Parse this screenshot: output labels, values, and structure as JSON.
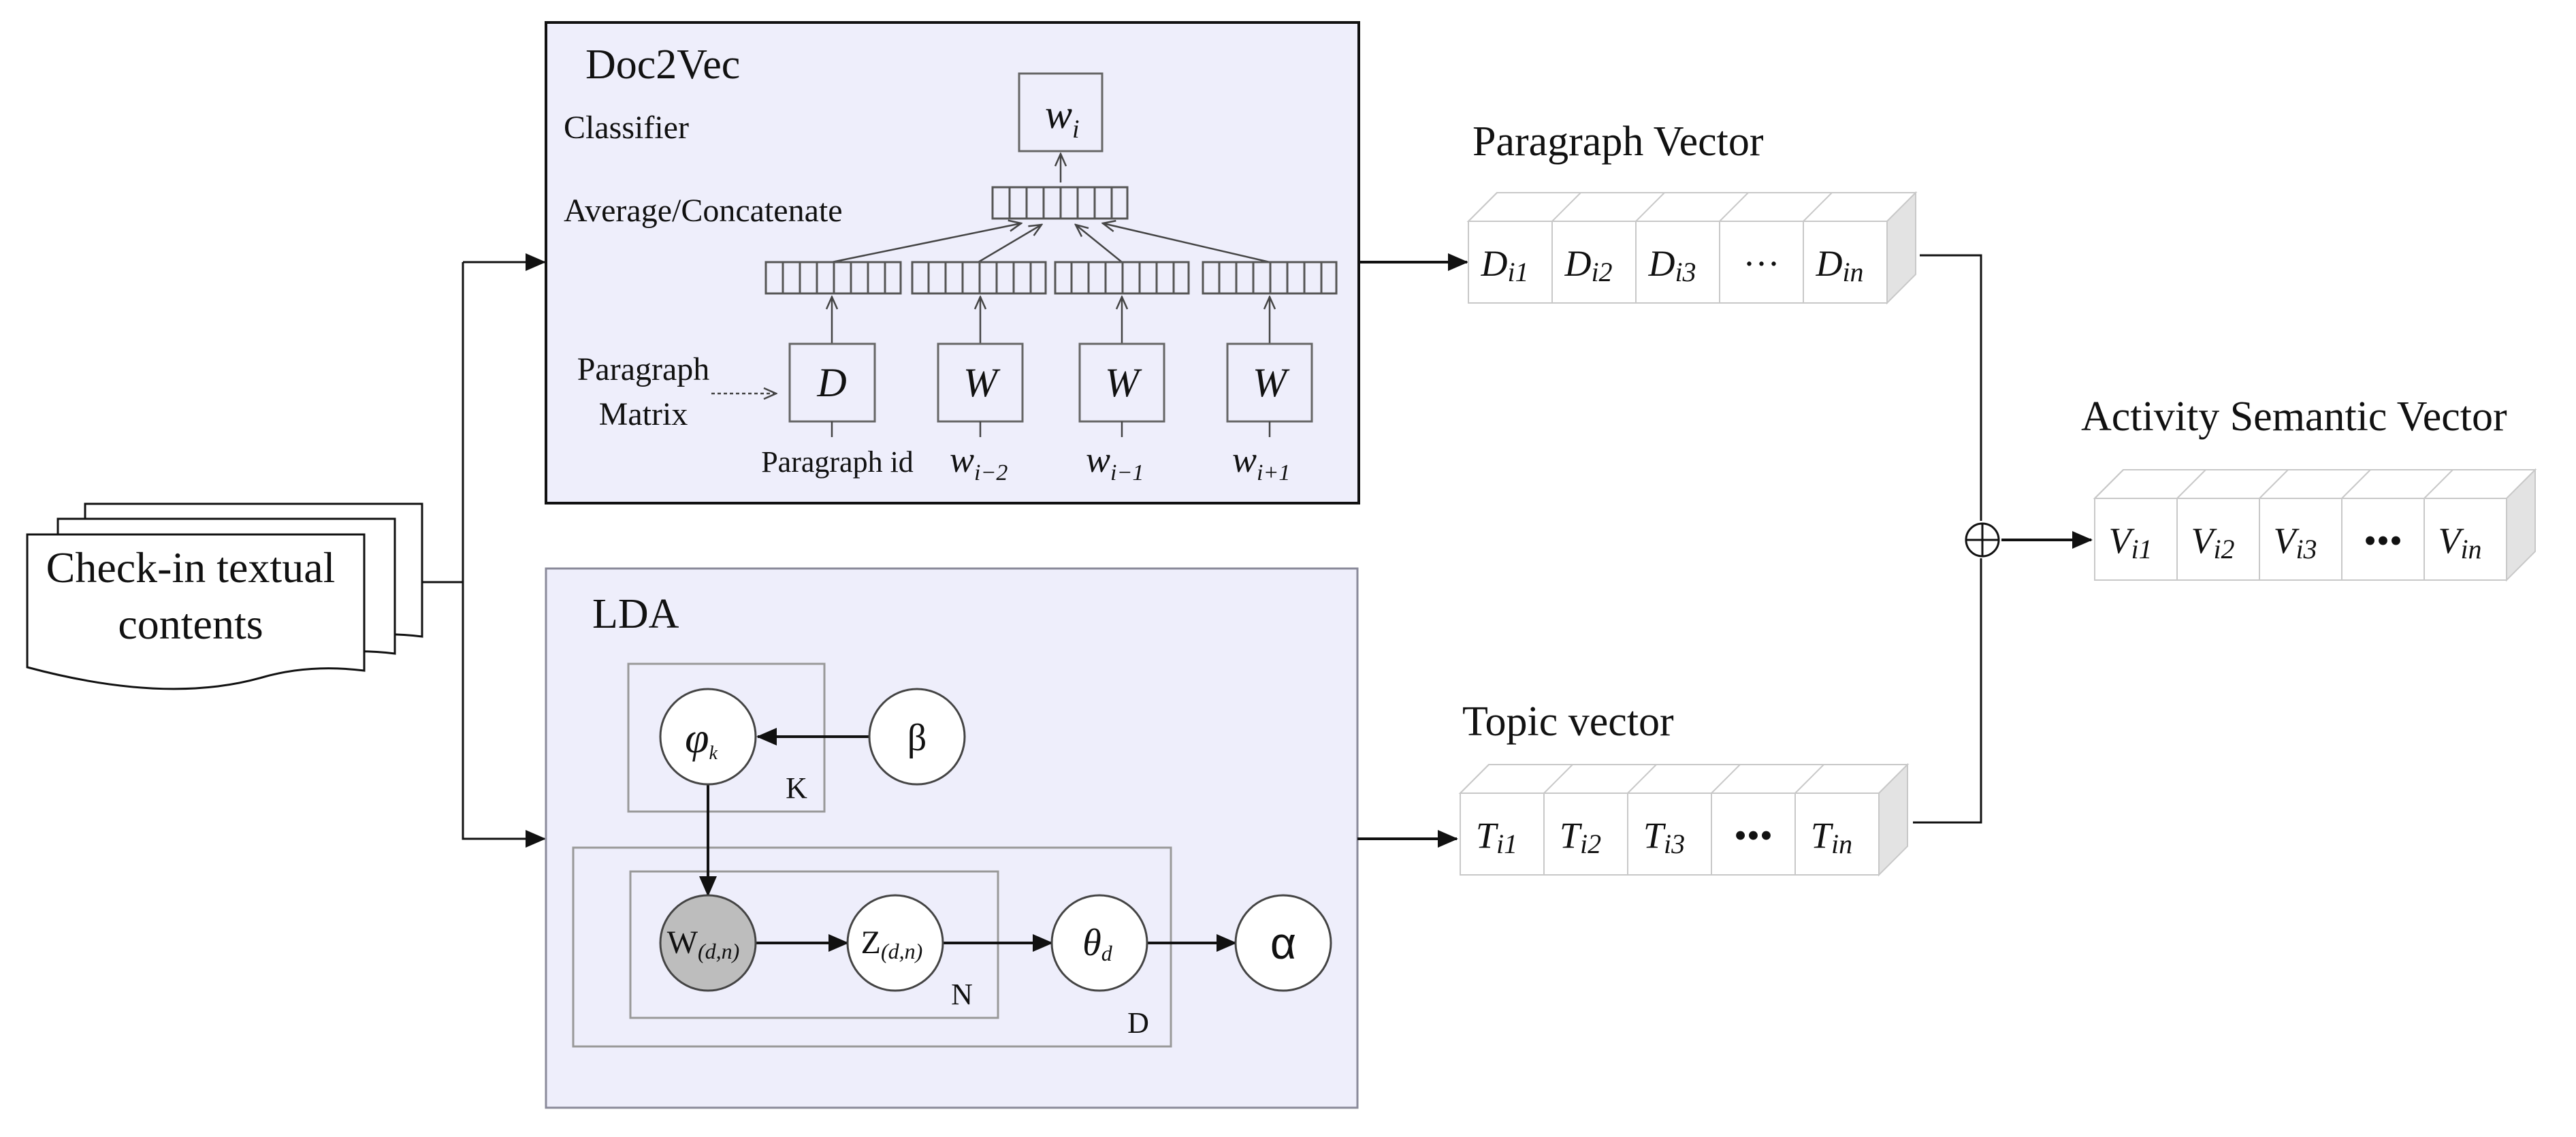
{
  "source": {
    "label_line1": "Check-in textual",
    "label_line2": "contents"
  },
  "doc2vec": {
    "title": "Doc2Vec",
    "classifier_label": "Classifier",
    "average_label": "Average/Concatenate",
    "paragraph_matrix_line1": "Paragraph",
    "paragraph_matrix_line2": "Matrix",
    "paragraph_id_label": "Paragraph id",
    "output_node": "w",
    "output_subscript": "i",
    "input_nodes": [
      "D",
      "W",
      "W",
      "W"
    ],
    "word_inputs": [
      {
        "base": "w",
        "sub": "i−2"
      },
      {
        "base": "w",
        "sub": "i−1"
      },
      {
        "base": "w",
        "sub": "i+1"
      }
    ]
  },
  "lda": {
    "title": "LDA",
    "phi": "φ",
    "phi_sub": "k",
    "beta": "β",
    "plate_k": "K",
    "plate_n": "N",
    "plate_d": "D",
    "w_node": "W",
    "w_sub": "(d,n)",
    "z_node": "Z",
    "z_sub": "(d,n)",
    "theta": "θ",
    "theta_sub": "d",
    "alpha": "α"
  },
  "paragraph_vector": {
    "title": "Paragraph Vector",
    "cells": [
      {
        "base": "D",
        "sub": "i1"
      },
      {
        "base": "D",
        "sub": "i2"
      },
      {
        "base": "D",
        "sub": "i3"
      },
      {
        "base": "···",
        "sub": ""
      },
      {
        "base": "D",
        "sub": "in"
      }
    ]
  },
  "topic_vector": {
    "title": "Topic vector",
    "cells": [
      {
        "base": "T",
        "sub": "i1"
      },
      {
        "base": "T",
        "sub": "i2"
      },
      {
        "base": "T",
        "sub": "i3"
      },
      {
        "base": "•••",
        "sub": ""
      },
      {
        "base": "T",
        "sub": "in"
      }
    ]
  },
  "combine_symbol": "⊕",
  "activity_vector": {
    "title": "Activity Semantic Vector",
    "cells": [
      {
        "base": "V",
        "sub": "i1"
      },
      {
        "base": "V",
        "sub": "i2"
      },
      {
        "base": "V",
        "sub": "i3"
      },
      {
        "base": "•••",
        "sub": ""
      },
      {
        "base": "V",
        "sub": "in"
      }
    ]
  },
  "colors": {
    "panel_fill": "#eeeefb",
    "panel_stroke_doc2vec": "#111111",
    "panel_stroke_lda": "#8a8a9a",
    "observed_node": "#bdbdbd",
    "cube_side": "#e3e3e3"
  }
}
